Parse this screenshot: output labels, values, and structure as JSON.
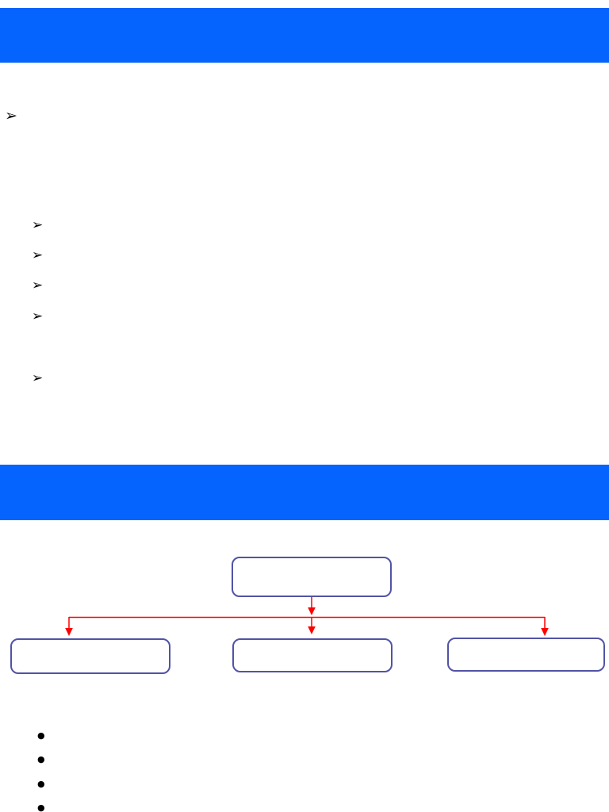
{
  "slide": {
    "background_color": "#ffffff",
    "accent_banner_color": "#0563fe",
    "flow_box_border_color": "#5153a5",
    "connector_color": "#ff0000",
    "bullet_color": "#000000"
  },
  "title_banner": {
    "text": ""
  },
  "section_banner": {
    "text": ""
  },
  "bullet_lists": {
    "arrow_glyph": "➢",
    "disc_glyph": "●",
    "level1_arrow_count": 1,
    "level2_arrow_count": 5,
    "disc_count": 4
  },
  "flowchart": {
    "top_box_text": "",
    "left_box_text": "",
    "middle_box_text": "",
    "right_box_text": ""
  }
}
